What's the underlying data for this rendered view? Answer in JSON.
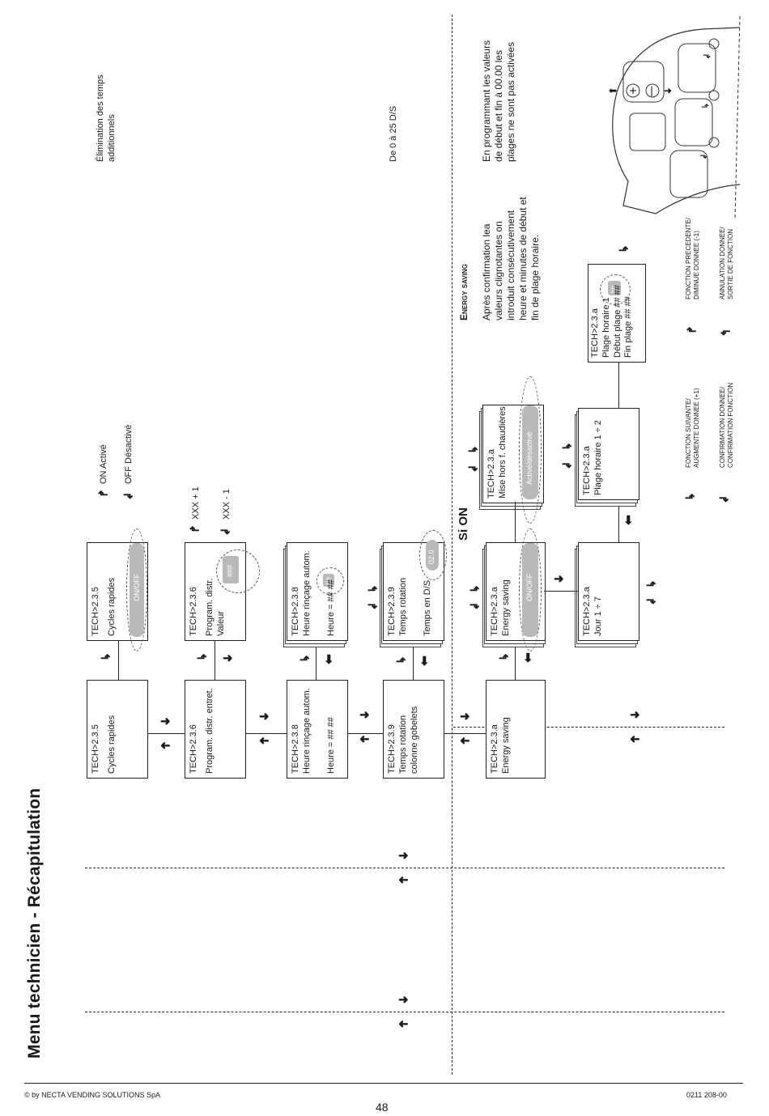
{
  "page": {
    "title": "Menu technicien - Récapitulation",
    "footer_left": "© by NECTA VENDING SOLUTIONS SpA",
    "footer_right": "0211 208-00",
    "page_number": "48"
  },
  "notes": {
    "elimination": [
      "Élimination des temps",
      "additionnels"
    ],
    "range": "De 0 à 25 D/S",
    "programming": [
      "En programmant les valeurs",
      "de début et fin à 00.00 les",
      "plages ne sont pas activées"
    ],
    "energy_heading": "Energy saving",
    "energy_text": [
      "Après confirmation lea",
      "valeurs clignotantes on",
      "introduit consécutivement",
      "heure et minutes de début et",
      "fin de plage horaire."
    ],
    "si_on": "Si ON"
  },
  "options": {
    "on": "ON   Activé",
    "off": "OFF  Désactivé",
    "plus": "XXX + 1",
    "minus": "XXX - 1"
  },
  "menu_boxes": [
    {
      "code": "TECH>2.3.5",
      "lines": [
        "Cycles rapides"
      ]
    },
    {
      "code": "TECH>2.3.6",
      "lines": [
        "Program. distr. entret."
      ]
    },
    {
      "code": "TECH>2.3.8",
      "lines": [
        "Heure rinçage autom.",
        "",
        "Heure = ## ##"
      ]
    },
    {
      "code": "TECH>2.3.9",
      "lines": [
        "Temps rotation",
        "colonne gobelets"
      ]
    },
    {
      "code": "TECH>2.3.a",
      "lines": [
        "Energy saving"
      ]
    }
  ],
  "sub_boxes": [
    {
      "code": "TECH>2.3.5",
      "lines": [
        "Cycles rapides"
      ],
      "highlight": "ON/OFF"
    },
    {
      "code": "TECH>2.3.6",
      "lines": [
        "Program. distr.",
        "Valeur"
      ],
      "highlight": "###"
    },
    {
      "code": "TECH>2.3.8",
      "lines": [
        "Heure rinçage autom.",
        "",
        "Heure = ## ##"
      ],
      "highlight": "##"
    },
    {
      "code": "TECH>2.3.9",
      "lines": [
        "Temps rotation",
        "",
        "Temps en D/S"
      ],
      "highlight": "02.0"
    },
    {
      "code": "TECH>2.3.a",
      "lines": [
        "Energy saving"
      ],
      "highlight": "ON/OFF"
    }
  ],
  "energy_boxes": [
    {
      "code": "TECH>2.3.a",
      "lines": [
        "Mise hors f. chaudières"
      ],
      "highlight": "Activé/désactivé"
    },
    {
      "code": "TECH>2.3.a",
      "lines": [
        "Jour  1 ÷ 7"
      ]
    },
    {
      "code": "TECH>2.3.a",
      "lines": [
        "Plage horaire 1 ÷ 2"
      ]
    },
    {
      "code": "TECH>2.3.a",
      "lines": [
        "Plage horaire 1",
        "Début plage ## ##",
        "Fin plage ## ##"
      ],
      "highlight": "##"
    }
  ],
  "legend": [
    {
      "icon": "arrow-curved-up-right-icon",
      "lines": [
        "FONCTION SUIVANTE/",
        "AUGMENTE DONNEE (+1)"
      ]
    },
    {
      "icon": "arrow-curved-down-right-icon",
      "lines": [
        "CONFIRMATION DONNEE/",
        "CONFIRMATION FONCTION"
      ]
    },
    {
      "icon": "arrow-curved-up-left-icon",
      "lines": [
        "FONCTION PRECEDENTE/",
        "DIMINUE DONNEE (-1)"
      ]
    },
    {
      "icon": "arrow-curved-down-left-icon",
      "lines": [
        "ANNULATION DONNEE/",
        "SORTIE DE FONCTION"
      ]
    }
  ]
}
